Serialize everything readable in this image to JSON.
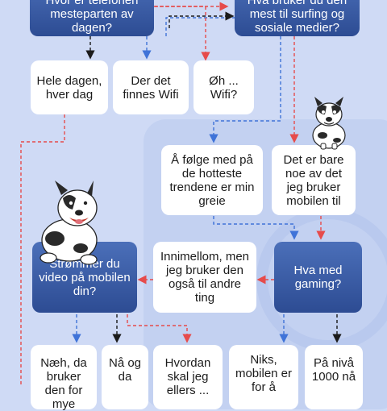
{
  "colors": {
    "background": "#cfdaf5",
    "node_blue": "#3a5ca6",
    "node_white": "#ffffff",
    "arrow_red": "#e64b4b",
    "arrow_blue": "#3f73d8",
    "arrow_black": "#1b1b1b"
  },
  "nodes": {
    "q_top_left": "Hvor er telefonen meste­parten av dagen?",
    "q_top_right": "Hva bruker du den mest til surfing og sosiale medier?",
    "a_hele_dagen": "Hele dagen, hver dag",
    "a_der_wifi": "Der det finnes Wifi",
    "a_oh_wifi": "Øh ... Wifi?",
    "a_folge_med": "Å følge med på de hotteste trendene er min greie",
    "a_det_er_bare": "Det er bare noe av det jeg bruker mobilen til",
    "a_innimellom": "Innimellom, men jeg bruker den også til andre ting",
    "q_gaming": "Hva med gaming?",
    "q_strommer": "Strømmer du video på mobilen din?",
    "a_naeh": "Næh, da bruker den for mye",
    "a_na": "Nå og da",
    "a_hvordan": "Hvordan skal jeg ellers ...",
    "a_niks": "Niks, mobilen er for å",
    "a_pa_niva": "På nivå 1000 nå"
  },
  "icons": {
    "dog_top": "french-bulldog-sitting-icon",
    "dog_left": "french-bulldog-lying-icon"
  }
}
